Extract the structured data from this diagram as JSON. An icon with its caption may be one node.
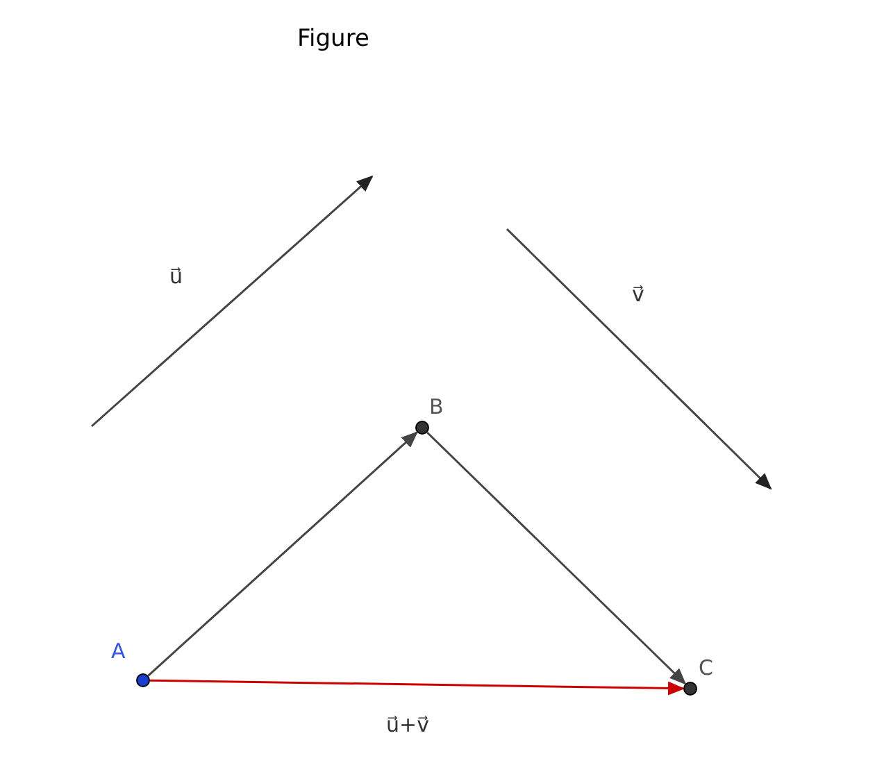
{
  "diagram": {
    "title": "Figure",
    "nodes": [
      {
        "text": [],
        "shape": "circle",
        "beside": [
          "A"
        ]
      },
      {
        "text": [],
        "shape": "circle",
        "beside": [
          "B"
        ]
      },
      {
        "text": [],
        "shape": "circle",
        "beside": [
          "C"
        ]
      }
    ],
    "edges": [
      {
        "from": 0,
        "to": 1,
        "arrow": "to"
      },
      {
        "from": 1,
        "to": 2,
        "arrow": "to"
      },
      {
        "from": 0,
        "to": 2,
        "arrow": "to",
        "label": "u⃗+v⃗",
        "color": "#cc0000"
      }
    ],
    "labels": [
      "u⃗",
      "v⃗"
    ]
  }
}
